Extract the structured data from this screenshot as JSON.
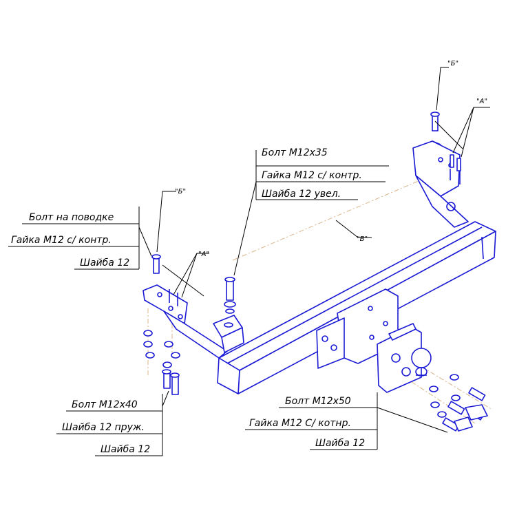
{
  "labels": {
    "b_top": "\"Б\"",
    "a_top": "\"А\"",
    "b_left": "\"Б\"",
    "a_left": "\"А\"",
    "v_mid": "\"В\""
  },
  "group_center": [
    "Болт М12х35",
    "Гайка М12 с/ контр.",
    "Шайба 12 увел."
  ],
  "group_left_top": [
    "Болт на поводке",
    "Гайка М12 с/ контр.",
    "Шайба 12"
  ],
  "group_left_bottom": [
    "Болт М12х40",
    "Шайба 12 пруж.",
    "Шайба 12"
  ],
  "group_right_bottom": [
    "Болт М12х50",
    "Гайка М12 С/ котнр.",
    "Шайба 12"
  ],
  "colors": {
    "part_outline": "#1a1ad6",
    "leader": "#000000",
    "assembly_axis": "#d9b48a"
  }
}
